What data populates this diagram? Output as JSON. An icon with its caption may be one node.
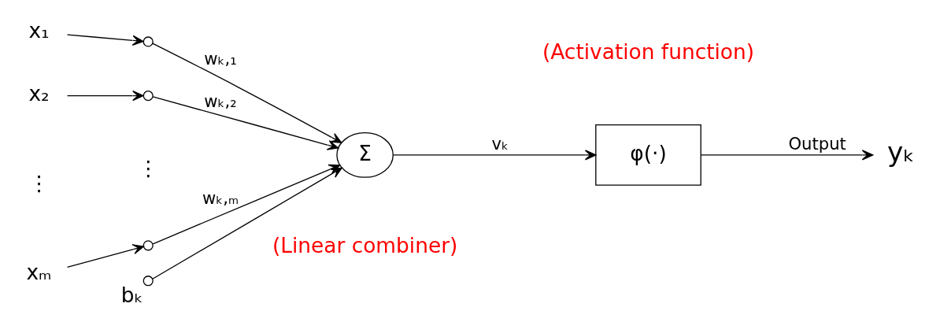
{
  "diagram": {
    "nodes": [
      {
        "text": [
          "x₁"
        ]
      },
      {
        "text": [],
        "shape": "circle"
      },
      {
        "text": [
          "x₂"
        ]
      },
      {
        "text": [],
        "shape": "circle"
      },
      {
        "text": [
          "xₘ"
        ]
      },
      {
        "text": [],
        "shape": "circle"
      },
      {
        "text": [],
        "shape": "circle",
        "beside": [
          "bₖ"
        ]
      },
      {
        "text": [
          "Σ"
        ]
      },
      {
        "text": [
          "φ(·)"
        ]
      },
      {
        "text": [
          "yₖ"
        ]
      }
    ],
    "edges": [
      {
        "from": 0,
        "to": 1,
        "arrow": "to"
      },
      {
        "from": 2,
        "to": 3,
        "arrow": "to"
      },
      {
        "from": 4,
        "to": 5,
        "arrow": "to"
      },
      {
        "from": 1,
        "to": 7,
        "arrow": "to",
        "label": "wₖ,₁"
      },
      {
        "from": 3,
        "to": 7,
        "arrow": "to",
        "label": "wₖ,₂"
      },
      {
        "from": 5,
        "to": 7,
        "arrow": "to",
        "label": "wₖ,ₘ"
      },
      {
        "from": 6,
        "to": 7,
        "arrow": "to"
      },
      {
        "from": 7,
        "to": 8,
        "arrow": "to",
        "label": "vₖ"
      },
      {
        "from": 8,
        "to": 9,
        "arrow": "to",
        "label": "Output"
      }
    ],
    "labels": [
      "(Activation function)",
      "⋮",
      "⋮",
      "(Linear combiner)"
    ]
  }
}
